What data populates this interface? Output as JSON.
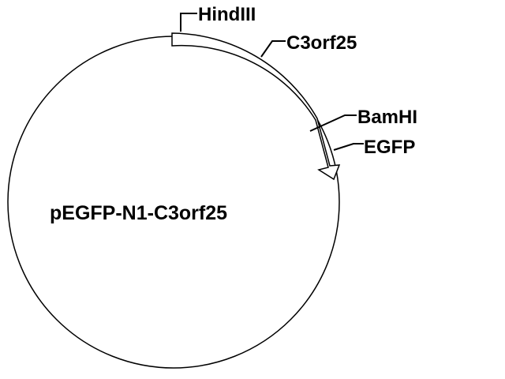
{
  "plasmid": {
    "name": "pEGFP-N1-C3orf25"
  },
  "features": {
    "hindiii": "HindIII",
    "insert": "C3orf25",
    "bamhi": "BamHI",
    "egfp": "EGFP"
  },
  "colors": {
    "stroke": "#000000",
    "background": "#ffffff",
    "arrow_fill": "#ffffff"
  }
}
